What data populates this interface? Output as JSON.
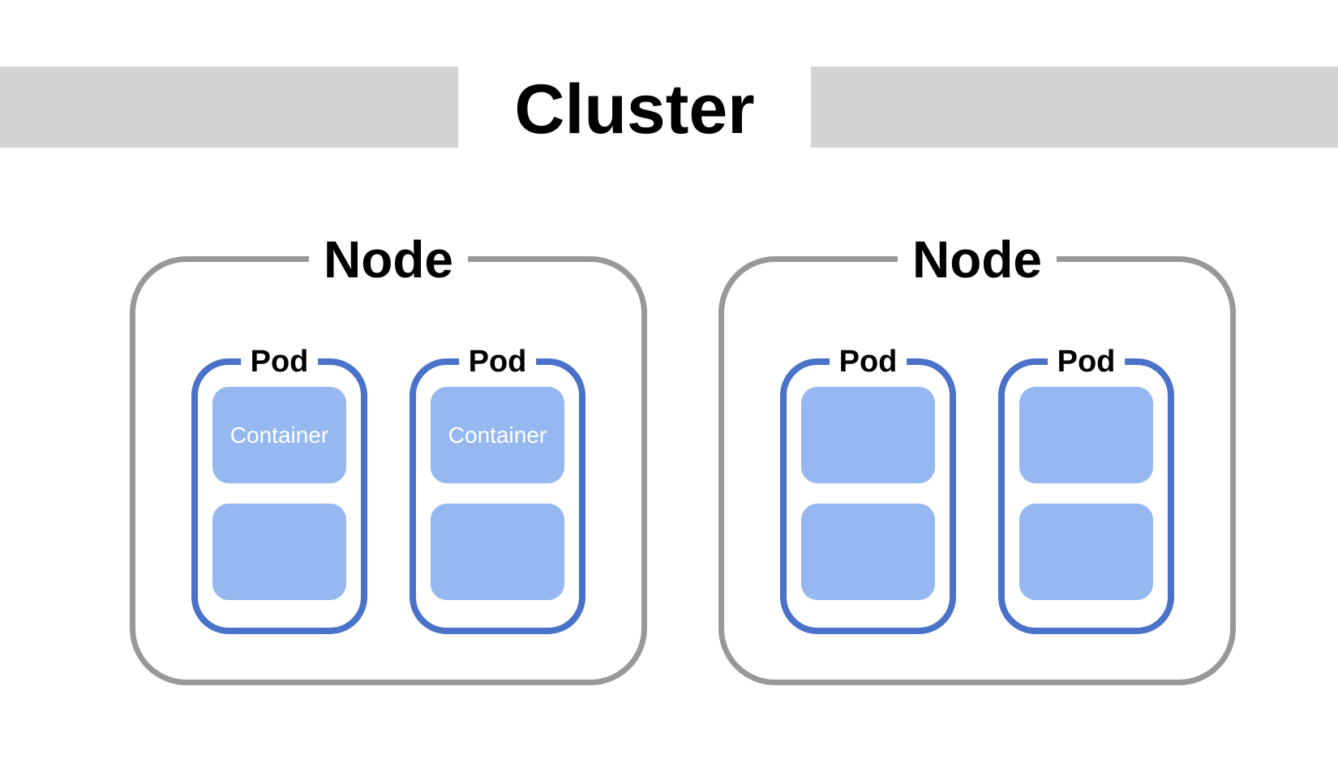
{
  "title": "Cluster",
  "colors": {
    "header_bar": "#d4d4d4",
    "node_border": "#989898",
    "pod_border": "#4a72c9",
    "container_fill": "#95b8f0",
    "container_text": "#ffffff",
    "label_text": "#000000",
    "background": "#ffffff"
  },
  "nodes": [
    {
      "label": "Node",
      "pods": [
        {
          "label": "Pod",
          "containers": [
            {
              "label": "Container"
            },
            {
              "label": ""
            }
          ]
        },
        {
          "label": "Pod",
          "containers": [
            {
              "label": "Container"
            },
            {
              "label": ""
            }
          ]
        }
      ]
    },
    {
      "label": "Node",
      "pods": [
        {
          "label": "Pod",
          "containers": [
            {
              "label": ""
            },
            {
              "label": ""
            }
          ]
        },
        {
          "label": "Pod",
          "containers": [
            {
              "label": ""
            },
            {
              "label": ""
            }
          ]
        }
      ]
    }
  ]
}
